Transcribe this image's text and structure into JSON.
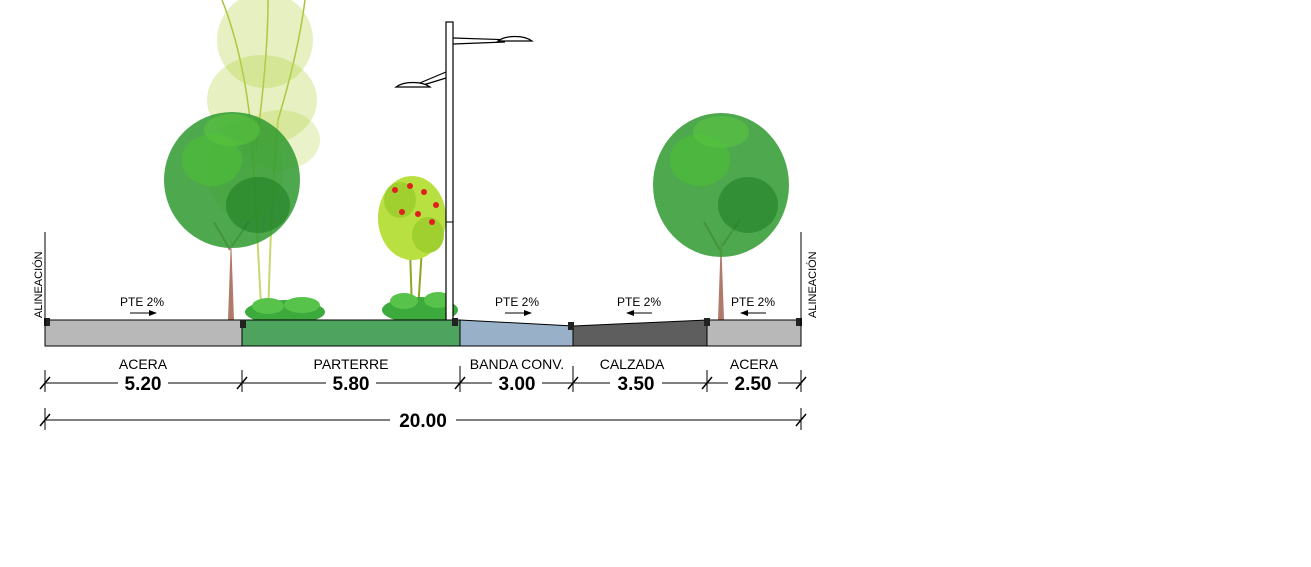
{
  "boundary_labels": {
    "left": "ALINEACIÓN",
    "right": "ALINEACIÓN"
  },
  "slopes": {
    "acera_left": "PTE 2%",
    "banda": "PTE 2%",
    "calzada": "PTE 2%",
    "acera_right": "PTE 2%"
  },
  "segments": [
    {
      "name": "ACERA",
      "width": "5.20",
      "fill": "#b8b8b8"
    },
    {
      "name": "PARTERRE",
      "width": "5.80",
      "fill": "#4ea35e"
    },
    {
      "name": "BANDA CONV.",
      "width": "3.00",
      "fill": "#98b0c8"
    },
    {
      "name": "CALZADA",
      "width": "3.50",
      "fill": "#5e5e5e"
    },
    {
      "name": "ACERA",
      "width": "2.50",
      "fill": "#b8b8b8"
    }
  ],
  "total_width": "20.00",
  "colors": {
    "tree_foliage": "#2f9a2f",
    "tree_trunk": "#b07a6a",
    "poplar_foliage": "#b6d44a",
    "bush": "#3caa3c",
    "flowering_shrub": "#b8e040",
    "flowers": "#e02020"
  }
}
